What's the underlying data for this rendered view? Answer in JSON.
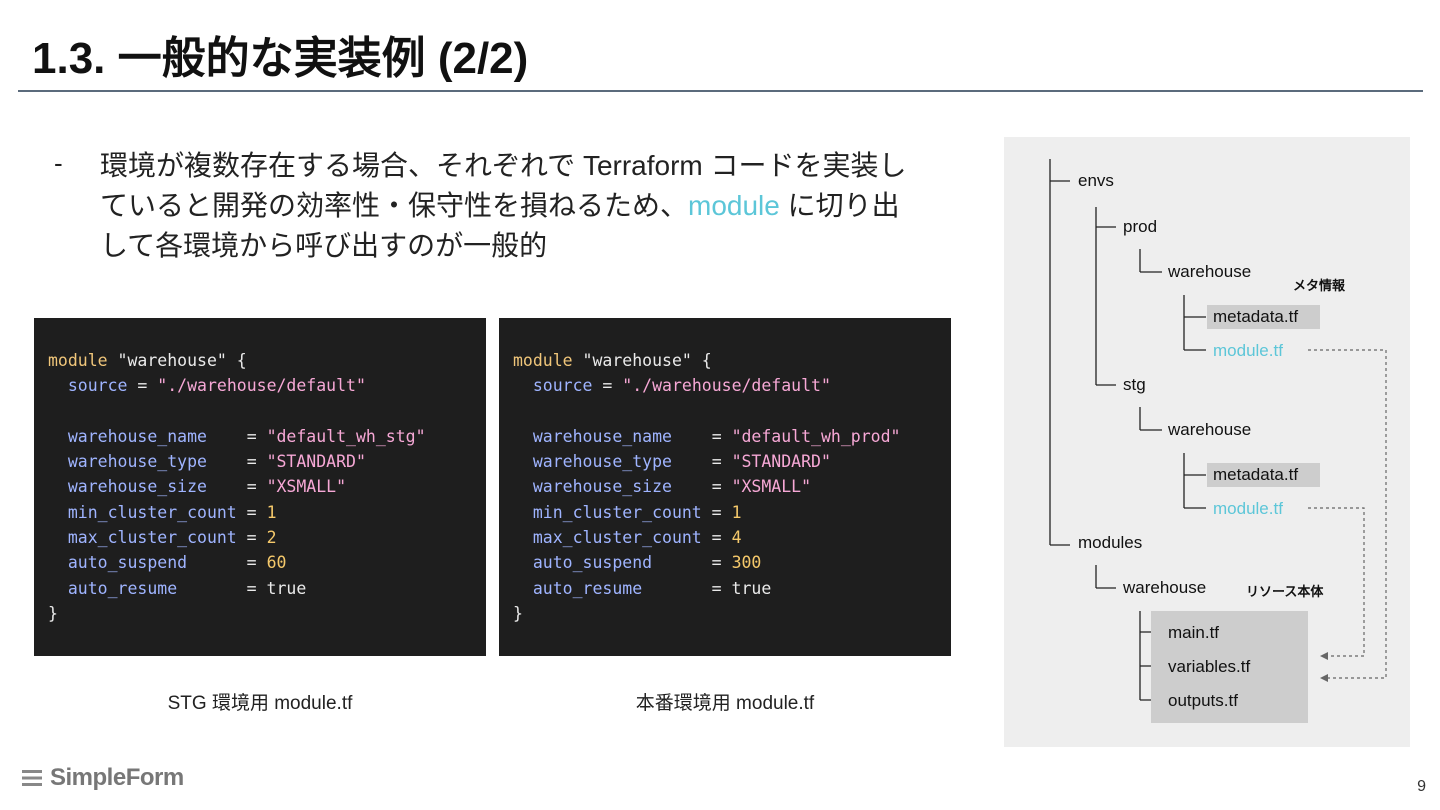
{
  "slide": {
    "title": "1.3. 一般的な実装例 (2/2)",
    "bullet_marker": "-",
    "bullet_pre": "環境が複数存在する場合、それぞれで Terraform コードを実装していると開発の効率性・保守性を損ねるため、",
    "bullet_highlight": "module",
    "bullet_post": " に切り出して各環境から呼び出すのが一般的",
    "page_number": "9",
    "logo_text": "SimpleForm"
  },
  "code_blocks": [
    {
      "caption": "STG 環境用 module.tf",
      "lines": [
        [
          {
            "t": "module",
            "c": "kw"
          },
          {
            "t": " \"warehouse\" {",
            "c": "plain"
          }
        ],
        [
          {
            "t": "  source",
            "c": "attr"
          },
          {
            "t": " = ",
            "c": "plain"
          },
          {
            "t": "\"./warehouse/default\"",
            "c": "str"
          }
        ],
        [],
        [
          {
            "t": "  warehouse_name",
            "c": "attr"
          },
          {
            "t": "    = ",
            "c": "plain"
          },
          {
            "t": "\"default_wh_stg\"",
            "c": "str"
          }
        ],
        [
          {
            "t": "  warehouse_type",
            "c": "attr"
          },
          {
            "t": "    = ",
            "c": "plain"
          },
          {
            "t": "\"STANDARD\"",
            "c": "str"
          }
        ],
        [
          {
            "t": "  warehouse_size",
            "c": "attr"
          },
          {
            "t": "    = ",
            "c": "plain"
          },
          {
            "t": "\"XSMALL\"",
            "c": "str"
          }
        ],
        [
          {
            "t": "  min_cluster_count",
            "c": "attr"
          },
          {
            "t": " = ",
            "c": "plain"
          },
          {
            "t": "1",
            "c": "num"
          }
        ],
        [
          {
            "t": "  max_cluster_count",
            "c": "attr"
          },
          {
            "t": " = ",
            "c": "plain"
          },
          {
            "t": "2",
            "c": "num"
          }
        ],
        [
          {
            "t": "  auto_suspend",
            "c": "attr"
          },
          {
            "t": "      = ",
            "c": "plain"
          },
          {
            "t": "60",
            "c": "num"
          }
        ],
        [
          {
            "t": "  auto_resume",
            "c": "attr"
          },
          {
            "t": "       = ",
            "c": "plain"
          },
          {
            "t": "true",
            "c": "plain"
          }
        ],
        [
          {
            "t": "}",
            "c": "plain"
          }
        ]
      ]
    },
    {
      "caption": "本番環境用 module.tf",
      "lines": [
        [
          {
            "t": "module",
            "c": "kw"
          },
          {
            "t": " \"warehouse\" {",
            "c": "plain"
          }
        ],
        [
          {
            "t": "  source",
            "c": "attr"
          },
          {
            "t": " = ",
            "c": "plain"
          },
          {
            "t": "\"./warehouse/default\"",
            "c": "str"
          }
        ],
        [],
        [
          {
            "t": "  warehouse_name",
            "c": "attr"
          },
          {
            "t": "    = ",
            "c": "plain"
          },
          {
            "t": "\"default_wh_prod\"",
            "c": "str"
          }
        ],
        [
          {
            "t": "  warehouse_type",
            "c": "attr"
          },
          {
            "t": "    = ",
            "c": "plain"
          },
          {
            "t": "\"STANDARD\"",
            "c": "str"
          }
        ],
        [
          {
            "t": "  warehouse_size",
            "c": "attr"
          },
          {
            "t": "    = ",
            "c": "plain"
          },
          {
            "t": "\"XSMALL\"",
            "c": "str"
          }
        ],
        [
          {
            "t": "  min_cluster_count",
            "c": "attr"
          },
          {
            "t": " = ",
            "c": "plain"
          },
          {
            "t": "1",
            "c": "num"
          }
        ],
        [
          {
            "t": "  max_cluster_count",
            "c": "attr"
          },
          {
            "t": " = ",
            "c": "plain"
          },
          {
            "t": "4",
            "c": "num"
          }
        ],
        [
          {
            "t": "  auto_suspend",
            "c": "attr"
          },
          {
            "t": "      = ",
            "c": "plain"
          },
          {
            "t": "300",
            "c": "num"
          }
        ],
        [
          {
            "t": "  auto_resume",
            "c": "attr"
          },
          {
            "t": "       = ",
            "c": "plain"
          },
          {
            "t": "true",
            "c": "plain"
          }
        ],
        [
          {
            "t": "}",
            "c": "plain"
          }
        ]
      ]
    }
  ],
  "tree": {
    "envs": "envs",
    "prod": "prod",
    "prod_warehouse": "warehouse",
    "meta_note": "メタ情報",
    "prod_metadata": "metadata.tf",
    "prod_module": "module.tf",
    "stg": "stg",
    "stg_warehouse": "warehouse",
    "stg_metadata": "metadata.tf",
    "stg_module": "module.tf",
    "modules": "modules",
    "modules_warehouse": "warehouse",
    "resource_note": "リソース本体",
    "main": "main.tf",
    "variables": "variables.tf",
    "outputs": "outputs.tf"
  },
  "colors": {
    "highlight": "#5cc6d8",
    "code_bg": "#1e1e1e",
    "panel_bg": "#eeeeee"
  }
}
